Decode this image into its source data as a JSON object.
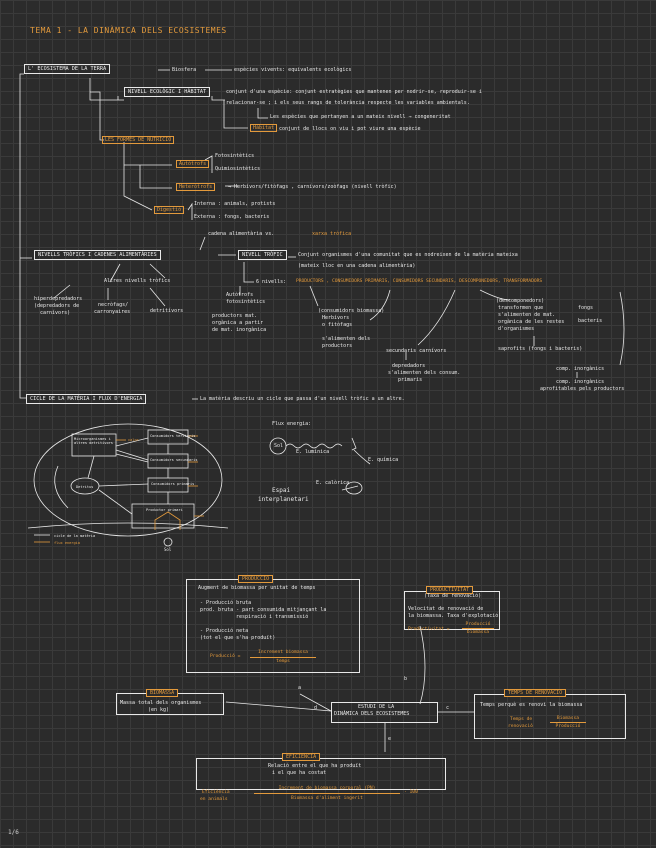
{
  "title": "TEMA 1 - LA DINÀMICA DELS ECOSISTEMES",
  "ecosistema": {
    "label": "L' ECOSISTEMA DE LA TERRA",
    "biosfera": "Biosfera",
    "equilibri": "espècies vivents: equivalents ecològics",
    "nivell": "NIVELL ECOLÒGIC I HÀBITAT",
    "nivell_line1": "conjunt d'una espècie: conjunt estratègies que mantenen per nodrir-se, reproduir-se i",
    "nivell_line2": "relacionar-se ; i els seus rangs de tolerància respecte les variables ambientals.",
    "nivell_note": "Les espècies que pertanyen a un mateix nivell → congeneritat",
    "habitat_label": "Hàbitat",
    "habitat_text": "conjunt de llocs on viu i pot viure una espècie"
  },
  "formes": {
    "label": "LES FORMES DE NUTRICIÓ",
    "autotrofs": "Autòtrofs",
    "auto_1": "Fotosintètics",
    "auto_2": "Quimiosintètics",
    "heterotrofs": "Heteròtrofs",
    "hetero_text": "→ Herbívors/fitòfags , carnívors/zoòfags  (nivell tròfic)",
    "digestio": "Digestió",
    "dig_1": "Interna : animals, protists",
    "dig_2": "Externa : fongs, bacteris"
  },
  "nivells": {
    "label": "NIVELLS TRÒFICS I CADENES ALIMENTÀRIES",
    "cadena": "cadena alimentària vs.",
    "xarxa": "xarxa tròfica",
    "nivell_trofic": "NIVELL TRÒFIC",
    "nivell_def1": "Conjunt organismes d'una comunitat que es nodreixen de la matèria mateixa",
    "nivell_def2": "(mateix lloc en una cadena alimentària)",
    "nivells_line": "6 nivells:",
    "nivells_list": "PRODUCTORS , CONSUMIDORS PRIMARIS, CONSUMIDORS SECUNDARIS, DESCOMPONEDORS, TRANSFORMADORS",
    "altres": "Altres nivells tròfics",
    "aut": "Autòtrofs",
    "fot": "fotosintètics",
    "prod1": "productors mat.",
    "prod2": "orgànica a partir",
    "prod3": "de mat. inorgànica",
    "hiper": "hiperdepredadors",
    "hiper2": "(depredadors de",
    "hiper3": "carnívors)",
    "necro": "necròfags/",
    "necro2": "carronyaires",
    "detr": "detritívors",
    "cons1": "(consumidors biomassa)",
    "cons2": "Herbívors",
    "cons3": "o fitòfags",
    "cons4": "s'alimenten dels",
    "cons5": "productors",
    "carn1": "secundaris carnívors",
    "carn2": "depredadors",
    "carn3": "s'alimenten dels consum.",
    "carn4": "primaris",
    "desc1": "(descomponedors)",
    "desc2": "transformen que",
    "desc3": "s'alimenten de mat.",
    "desc4": "orgànica de les restes",
    "desc5": "d'organismes",
    "desc6": "saprofits (fongs i bacteris)",
    "desc7": "fongs",
    "desc8": "bacteris",
    "transf1": "comp. inorgànics",
    "transf2": "comp. inorgànics",
    "transf3": "aprofitables pels productors"
  },
  "cicle": {
    "label": "CICLE DE LA MATÈRIA I FLUX D'ENERGIA",
    "text": "La matèria descriu un cicle que passa d'un nivell tròfic a un altre."
  },
  "diagram": {
    "microorg": "Microorganismes i altres detritívors",
    "consum_terc": "Consumidors terciaris",
    "consum_sec": "Consumidors secundaris",
    "consum_prim": "Consumidors primaris",
    "detritus": "Detritus",
    "prod_primari": "Productor primari",
    "sol": "Sol",
    "calor": "calor",
    "legend_cicle": "cicle de la matèria",
    "legend_flux": "flux energia"
  },
  "flux": {
    "title": "Flux energia:",
    "sol": "Sol",
    "e_lum": "E. lumínica",
    "e_quim": "E. química",
    "e_cal": "E. calòrica",
    "espai": "Espai",
    "interplanetari": "interplanetari"
  },
  "parametres": {
    "center1": "ESTUDI DE LA",
    "center2": "DINÀMICA DELS ECOSISTEMES",
    "produccio": {
      "head": "PRODUCCIÓ",
      "l1": "Augment de biomassa per unitat de temps",
      "l2": "- Producció bruta",
      "l3": "prod. bruta - part consumida mitjançant la",
      "l4": "respiració i transmissió",
      "l5": "- Producció neta",
      "l6": "(tot el que s'ha produït)",
      "flabel": "Producció =",
      "fnum": "Increment biomassa",
      "fden": "temps"
    },
    "productivitat": {
      "head": "PRODUCTIVITAT",
      "sub": "(Taxa de renovació)",
      "l1": "Velocitat de renovació de",
      "l2": "la biomassa. Taxa d'explotació",
      "flabel": "Productivitat =",
      "fnum": "Producció",
      "fden": "biomassa"
    },
    "biomassa": {
      "head": "BIOMASSA",
      "l1": "Massa total dels organismes",
      "l2": "(en kg)"
    },
    "renovacio": {
      "head": "TEMPS DE RENOVACIÓ",
      "l1": "Temps perquè es renovi la biomassa",
      "flabel1": "Temps de",
      "flabel2": "renovació",
      "fnum": "Biomassa",
      "fden": "Producció"
    },
    "eficiencia": {
      "head": "EFICIÈNCIA",
      "l1": "Relació entre el que ha produït",
      "l2": "i el que ha costat",
      "flabel1": "Eficiència",
      "flabel2": "en animals",
      "fnum": "Increment de biomassa corporal (PN)",
      "fden": "Biomassa d'aliment ingerit",
      "times": "· 100"
    },
    "arrows": [
      "a",
      "b",
      "c",
      "d",
      "e"
    ]
  },
  "page_number": "1/6",
  "colors": {
    "accent": "#e39a3c",
    "ink": "#e8e8e8",
    "bg": "#2b2b2b"
  }
}
